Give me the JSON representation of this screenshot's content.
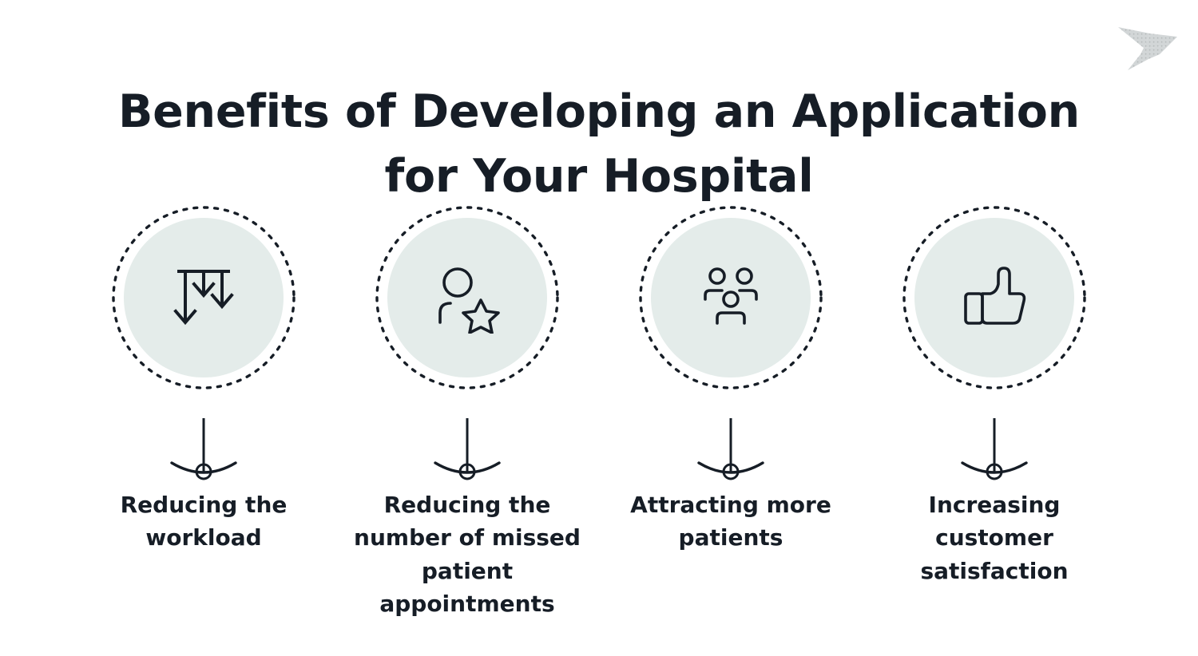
{
  "page": {
    "background_color": "#ffffff",
    "text_color": "#161d26",
    "accent_fill_color": "#e4ecea",
    "logo_color": "#c3c7c8"
  },
  "logo": {
    "name": "origami-bird-logo",
    "alt": "origami bird"
  },
  "title": {
    "line1": "Benefits of Developing an Application",
    "line2": "for Your Hospital"
  },
  "items": [
    {
      "icon": "down-arrows-icon",
      "caption": "Reducing the workload"
    },
    {
      "icon": "person-star-icon",
      "caption": "Reducing the number of missed patient appointments"
    },
    {
      "icon": "people-group-icon",
      "caption": "Attracting more patients"
    },
    {
      "icon": "thumbs-up-icon",
      "caption": "Increasing customer satisfaction"
    }
  ]
}
